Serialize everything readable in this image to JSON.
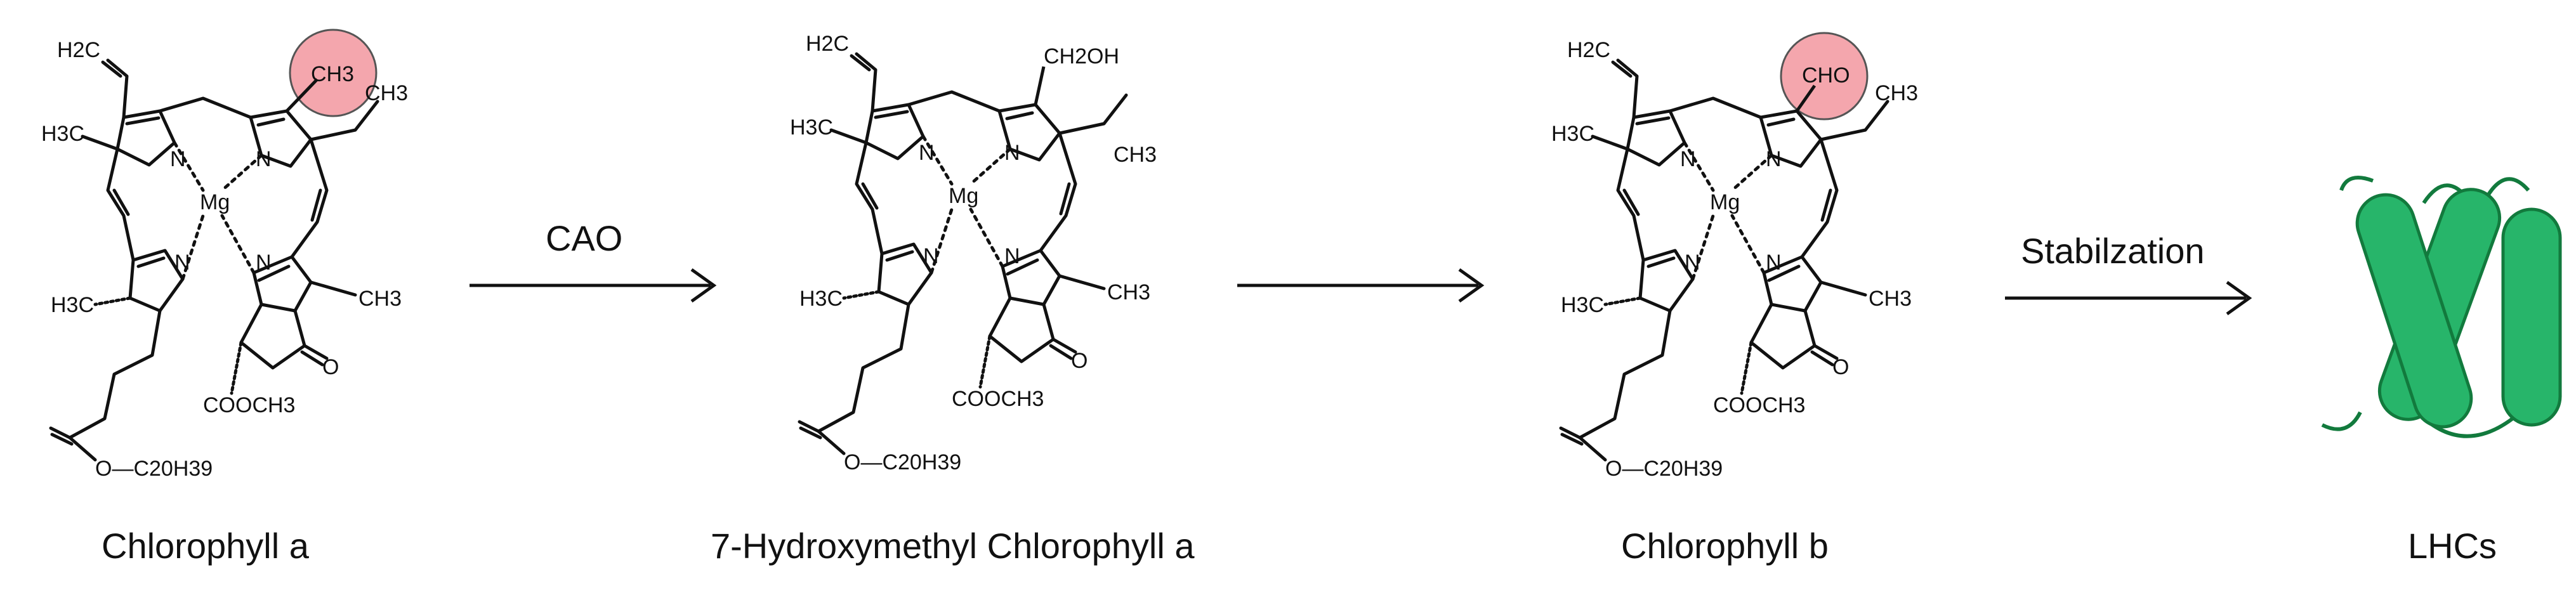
{
  "colors": {
    "highlight_fill": "#f4a6ad",
    "highlight_stroke": "#555555",
    "protein_fill": "#27b56a",
    "protein_stroke": "#127a3d",
    "line": "#111111"
  },
  "molecules": [
    {
      "name": "Chlorophyll a",
      "variable_group": "CH3",
      "highlighted": true,
      "labels": {
        "vinyl": "H2C",
        "mg": "Mg",
        "methyl_left": "H3C",
        "methyl_right": "CH3",
        "ethyl_methyl": "CH3",
        "methyl_stereo": "H3C",
        "ester": "COOCH3",
        "phytyl": "O—C20H39"
      }
    },
    {
      "name": "7-Hydroxymethyl Chlorophyll a",
      "variable_group": "CH2OH",
      "highlighted": false,
      "labels": {
        "vinyl": "H2C",
        "mg": "Mg",
        "methyl_left": "H3C",
        "methyl_right": "CH3",
        "ethyl_methyl": "CH3",
        "methyl_stereo": "H3C",
        "ester": "COOCH3",
        "phytyl": "O—C20H39"
      }
    },
    {
      "name": "Chlorophyll b",
      "variable_group": "CHO",
      "highlighted": true,
      "labels": {
        "vinyl": "H2C",
        "mg": "Mg",
        "methyl_left": "H3C",
        "methyl_right": "CH3",
        "ethyl_methyl": "CH3",
        "methyl_stereo": "H3C",
        "ester": "COOCH3",
        "phytyl": "O—C20H39"
      }
    }
  ],
  "arrows": [
    {
      "label": "CAO"
    },
    {
      "label": ""
    },
    {
      "label": "Stabilzation"
    }
  ],
  "final_product": {
    "name": "LHCs",
    "icon": "protein-helix-icon"
  }
}
